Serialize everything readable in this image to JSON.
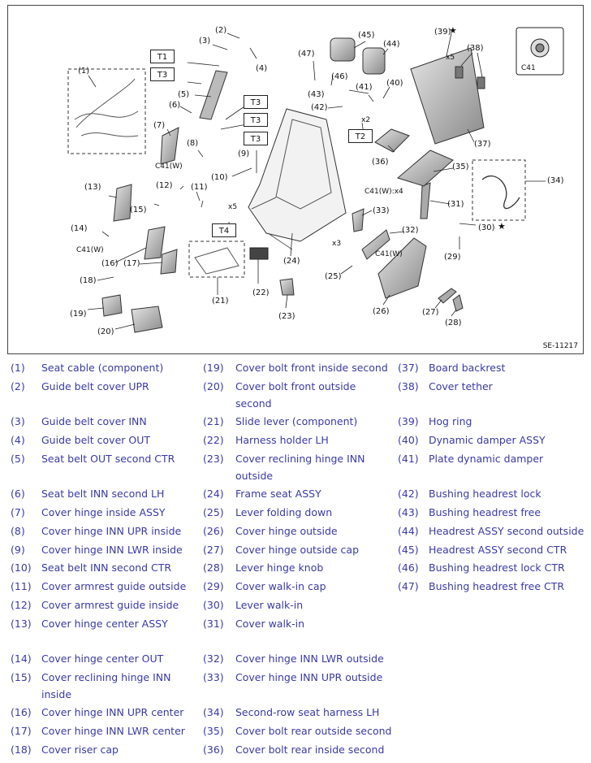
{
  "diagram": {
    "code": "SE-11217",
    "callouts": [
      "(1)",
      "(2)",
      "(3)",
      "(4)",
      "(5)",
      "(6)",
      "(7)",
      "(8)",
      "(9)",
      "(10)",
      "(11)",
      "(12)",
      "(13)",
      "(14)",
      "(15)",
      "(16)",
      "(17)",
      "(18)",
      "(19)",
      "(20)",
      "(21)",
      "(22)",
      "(23)",
      "(24)",
      "(25)",
      "(26)",
      "(27)",
      "(28)",
      "(29)",
      "(30)",
      "(31)",
      "(32)",
      "(33)",
      "(34)",
      "(35)",
      "(36)",
      "(37)",
      "(38)",
      "(39)",
      "(40)",
      "(41)",
      "(42)",
      "(43)",
      "(44)",
      "(45)",
      "(46)",
      "(47)"
    ],
    "tags": [
      "T1",
      "T3",
      "T3",
      "T3",
      "T3",
      "T2",
      "T4"
    ],
    "notes": [
      "C41",
      "C41(W)",
      "C41(W)",
      "C41(W)",
      "C41(W):x4",
      "x5",
      "x5",
      "x2",
      "x3",
      "★",
      "★"
    ]
  },
  "parts": [
    {
      "num": "(1)",
      "name": "Seat cable (component)"
    },
    {
      "num": "(2)",
      "name": "Guide belt cover UPR"
    },
    {
      "num": "(3)",
      "name": "Guide belt cover INN"
    },
    {
      "num": "(4)",
      "name": "Guide belt cover OUT"
    },
    {
      "num": "(5)",
      "name": "Seat belt OUT second CTR"
    },
    {
      "num": "(6)",
      "name": "Seat belt INN second LH"
    },
    {
      "num": "(7)",
      "name": "Cover hinge inside ASSY"
    },
    {
      "num": "(8)",
      "name": "Cover hinge INN UPR inside"
    },
    {
      "num": "(9)",
      "name": "Cover hinge INN LWR inside"
    },
    {
      "num": "(10)",
      "name": "Seat belt INN second CTR"
    },
    {
      "num": "(11)",
      "name": "Cover armrest guide outside"
    },
    {
      "num": "(12)",
      "name": "Cover armrest guide inside"
    },
    {
      "num": "(13)",
      "name": "Cover hinge center ASSY"
    },
    {
      "num": "(14)",
      "name": "Cover hinge center OUT"
    },
    {
      "num": "(15)",
      "name": "Cover reclining hinge INN inside"
    },
    {
      "num": "(16)",
      "name": "Cover hinge INN UPR center"
    },
    {
      "num": "(17)",
      "name": "Cover hinge INN LWR center"
    },
    {
      "num": "(18)",
      "name": "Cover riser cap"
    },
    {
      "num": "(19)",
      "name": "Cover bolt front inside second"
    },
    {
      "num": "(20)",
      "name": "Cover bolt front outside second"
    },
    {
      "num": "(21)",
      "name": "Slide lever (component)"
    },
    {
      "num": "(22)",
      "name": "Harness holder LH"
    },
    {
      "num": "(23)",
      "name": "Cover reclining hinge INN outside"
    },
    {
      "num": "(24)",
      "name": "Frame seat ASSY"
    },
    {
      "num": "(25)",
      "name": "Lever folding down"
    },
    {
      "num": "(26)",
      "name": "Cover hinge outside"
    },
    {
      "num": "(27)",
      "name": "Cover hinge outside cap"
    },
    {
      "num": "(28)",
      "name": "Lever hinge knob"
    },
    {
      "num": "(29)",
      "name": "Cover walk-in cap"
    },
    {
      "num": "(30)",
      "name": "Lever walk-in"
    },
    {
      "num": "(31)",
      "name": "Cover walk-in"
    },
    {
      "num": "(32)",
      "name": "Cover hinge INN LWR outside"
    },
    {
      "num": "(33)",
      "name": "Cover hinge INN UPR outside"
    },
    {
      "num": "(34)",
      "name": "Second-row seat harness LH"
    },
    {
      "num": "(35)",
      "name": "Cover bolt rear outside second"
    },
    {
      "num": "(36)",
      "name": "Cover bolt rear inside second"
    },
    {
      "num": "(37)",
      "name": "Board backrest"
    },
    {
      "num": "(38)",
      "name": "Cover tether"
    },
    {
      "num": "(39)",
      "name": "Hog ring"
    },
    {
      "num": "(40)",
      "name": "Dynamic damper ASSY"
    },
    {
      "num": "(41)",
      "name": "Plate dynamic damper"
    },
    {
      "num": "(42)",
      "name": "Bushing headrest lock"
    },
    {
      "num": "(43)",
      "name": "Bushing headrest free"
    },
    {
      "num": "(44)",
      "name": "Headrest ASSY second outside"
    },
    {
      "num": "(45)",
      "name": "Headrest ASSY second CTR"
    },
    {
      "num": "(46)",
      "name": "Bushing headrest lock CTR"
    },
    {
      "num": "(47)",
      "name": "Bushing headrest free CTR"
    }
  ]
}
